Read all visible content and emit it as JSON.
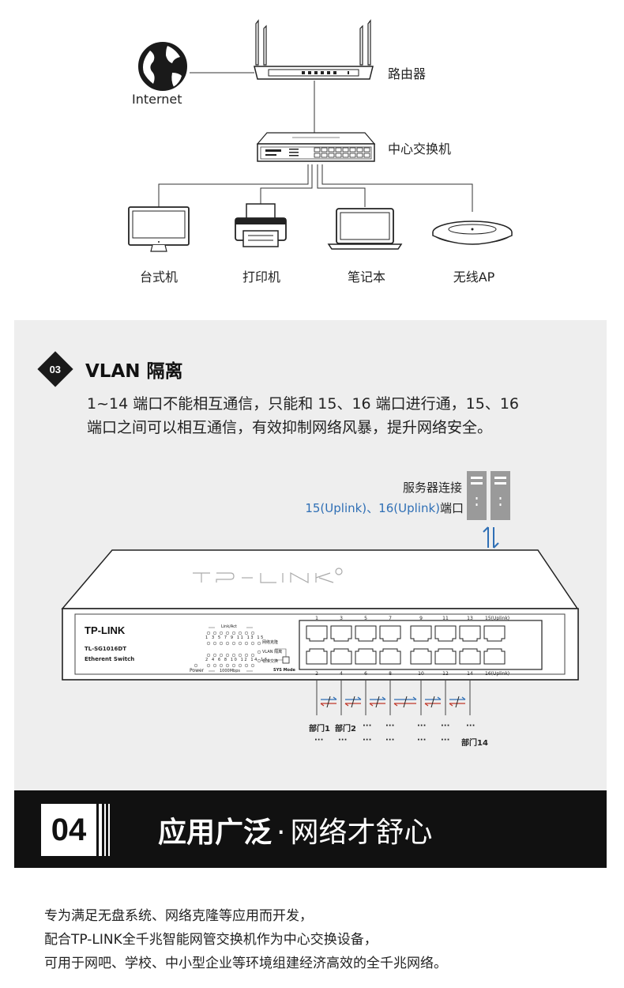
{
  "topology": {
    "internet_label": "Internet",
    "router_label": "路由器",
    "switch_label": "中心交换机",
    "devices": [
      {
        "label": "台式机",
        "icon": "desktop-icon"
      },
      {
        "label": "打印机",
        "icon": "printer-icon"
      },
      {
        "label": "笔记本",
        "icon": "laptop-icon"
      },
      {
        "label": "无线AP",
        "icon": "wireless-ap-icon"
      }
    ]
  },
  "vlan": {
    "number": "03",
    "title": "VLAN 隔离",
    "desc_line1": "1~14 端口不能相互通信，只能和 15、16 端口进行通，15、16",
    "desc_line2": "端口之间可以相互通信，有效抑制网络风暴，提升网络安全。",
    "server_label": "服务器连接",
    "uplink_label": "15(Uplink)、16(Uplink)",
    "uplink_suffix": "端口",
    "switch": {
      "brand": "TP-LINK",
      "model": "TL-SG1016DT",
      "type": "Etherent Switch",
      "power_label": "Power",
      "linkact_label": "Link/Act",
      "speed_label": "1000Mbps",
      "mode1": "网络克隆",
      "mode2": "VLAN 隔离",
      "mode3": "标准交换",
      "sysmode_label": "SYS Mode",
      "top_ports": [
        "1",
        "3",
        "5",
        "7",
        "9",
        "11",
        "13",
        "15(Uplink)"
      ],
      "bottom_ports": [
        "2",
        "4",
        "6",
        "8",
        "10",
        "12",
        "14",
        "16(Uplink)"
      ],
      "led_nums_top": "1  3  5  7  9  11 13 15",
      "led_nums_bot": "2  4  6  8  10 12 14 16"
    },
    "departments_row1": [
      "部门1",
      "部门2",
      "···",
      "···",
      "···",
      "···",
      "···"
    ],
    "departments_row2": [
      "···",
      "···",
      "···",
      "···",
      "···",
      "···",
      "部门14"
    ]
  },
  "banner": {
    "number": "04",
    "title_bold": "应用广泛",
    "separator": "·",
    "title_rest": "网络才舒心"
  },
  "paragraph": [
    "专为满足无盘系统、网络克隆等应用而开发，",
    "配合TP-LINK全千兆智能网管交换机作为中心交换设备，",
    "可用于网吧、学校、中小型企业等环境组建经济高效的全千兆网络。"
  ]
}
